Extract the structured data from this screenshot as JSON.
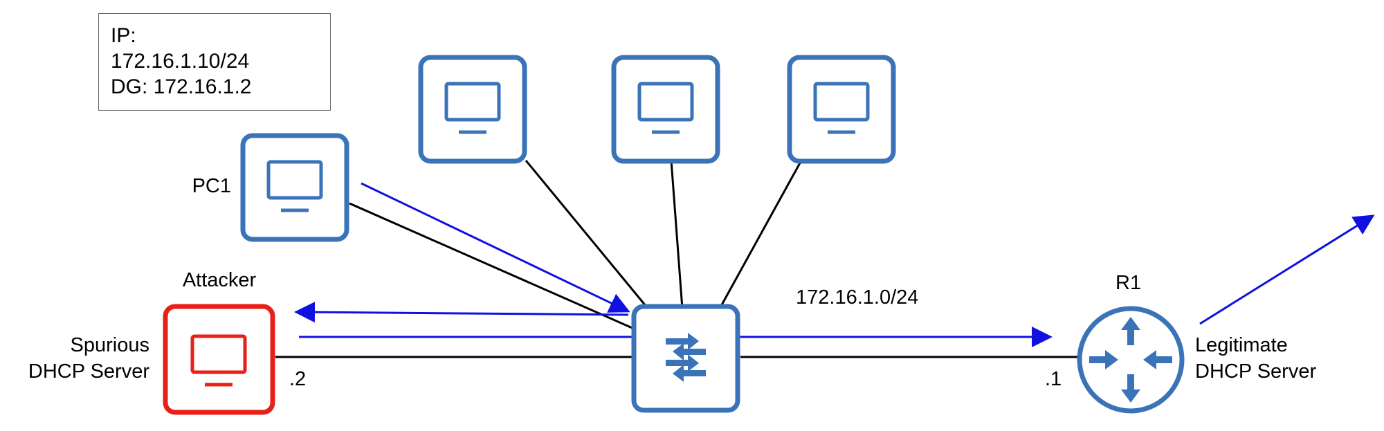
{
  "info_box": {
    "line1": "IP:",
    "line2": "172.16.1.10/24",
    "line3": "DG: 172.16.1.2"
  },
  "labels": {
    "pc1": "PC1",
    "attacker": "Attacker",
    "spurious_line1": "Spurious",
    "spurious_line2": "DHCP Server",
    "attacker_ip_suffix": ".2",
    "subnet": "172.16.1.0/24",
    "router": "R1",
    "router_ip_suffix": ".1",
    "legit_line1": "Legitimate",
    "legit_line2": "DHCP Server"
  },
  "colors": {
    "device_blue": "#3a73b8",
    "attacker_red": "#e8201a",
    "arrow_blue": "#1010e0",
    "link_black": "#000000"
  },
  "icons": {
    "pc": "monitor-icon",
    "switch": "switch-arrows-icon",
    "router": "router-arrows-icon"
  }
}
